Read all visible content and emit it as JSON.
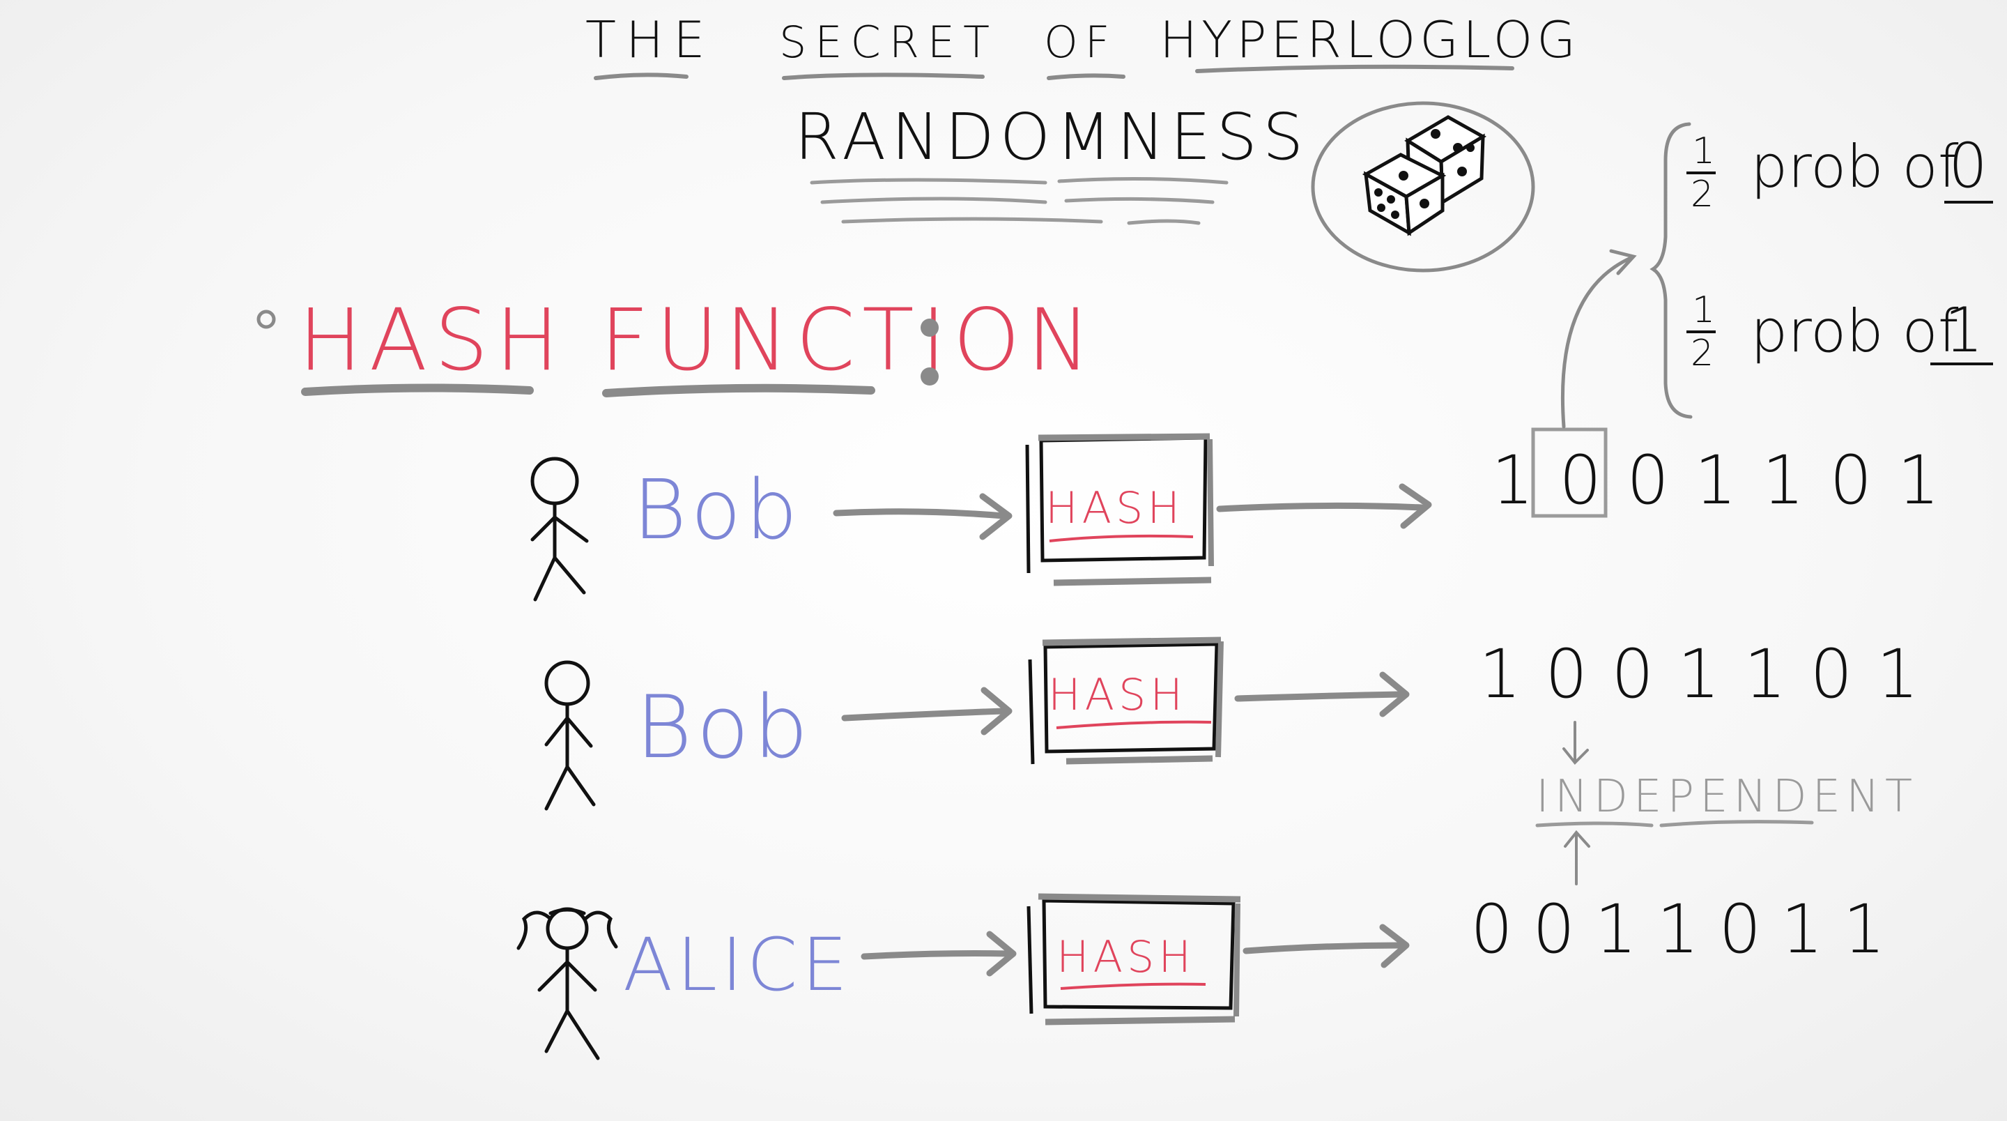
{
  "title": {
    "line_words": [
      "THE",
      "SECRET",
      "OF",
      "HYPERLOGLOG"
    ],
    "subtitle": "RANDOMNESS"
  },
  "colors": {
    "ink": "#111111",
    "red": "#e0445c",
    "blue": "#7d86d6",
    "gray": "#8a8a8a",
    "light_gray": "#9a9a9a"
  },
  "section": {
    "heading": "HASH FUNCTION",
    "colon": ":"
  },
  "rows": [
    {
      "person": "stick-figure",
      "name": "Bob",
      "box_label": "HASH",
      "output": "1001101"
    },
    {
      "person": "stick-figure",
      "name": "Bob",
      "box_label": "HASH",
      "output": "1001101"
    },
    {
      "person": "stick-figure-girl",
      "name": "ALICE",
      "box_label": "HASH",
      "output": "0011011"
    }
  ],
  "probabilities": [
    {
      "fraction_num": "1",
      "fraction_den": "2",
      "text": "prob of",
      "bit": "0"
    },
    {
      "fraction_num": "1",
      "fraction_den": "2",
      "text": "prob of",
      "bit": "1"
    }
  ],
  "independent_label": "INDEPENDENT",
  "icons": [
    "dice-icon",
    "arrow-right-icon",
    "curly-brace-icon"
  ]
}
